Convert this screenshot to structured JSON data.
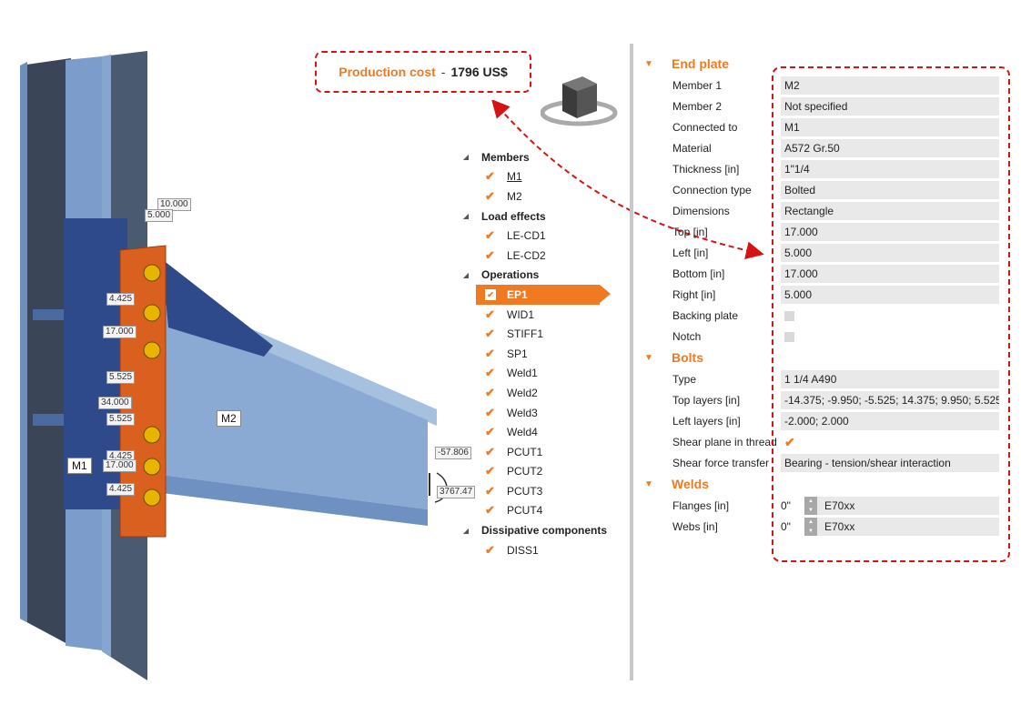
{
  "cost": {
    "label": "Production cost",
    "sep": "-",
    "value": "1796 US$"
  },
  "model": {
    "dims": [
      "10.000",
      "5.000",
      "4.425",
      "17.000",
      "5.525",
      "34.000",
      "5.525",
      "4.425",
      "17.000",
      "4.425"
    ],
    "members": {
      "m1": "M1",
      "m2": "M2"
    },
    "load": {
      "top": "-57.806",
      "bottom": "3767.47"
    }
  },
  "tree": {
    "members_label": "Members",
    "m1": "M1",
    "m2": "M2",
    "load_label": "Load effects",
    "le1": "LE-CD1",
    "le2": "LE-CD2",
    "ops_label": "Operations",
    "ops": [
      "EP1",
      "WID1",
      "STIFF1",
      "SP1",
      "Weld1",
      "Weld2",
      "Weld3",
      "Weld4",
      "PCUT1",
      "PCUT2",
      "PCUT3",
      "PCUT4"
    ],
    "diss_label": "Dissipative components",
    "diss1": "DISS1"
  },
  "props": {
    "endplate": {
      "title": "End plate",
      "rows": [
        {
          "k": "Member 1",
          "v": "M2"
        },
        {
          "k": "Member 2",
          "v": "Not specified"
        },
        {
          "k": "Connected to",
          "v": "M1"
        },
        {
          "k": "Material",
          "v": "A572 Gr.50"
        },
        {
          "k": "Thickness [in]",
          "v": "1\"1/4"
        },
        {
          "k": "Connection type",
          "v": "Bolted"
        },
        {
          "k": "Dimensions",
          "v": "Rectangle"
        },
        {
          "k": "Top [in]",
          "v": "17.000"
        },
        {
          "k": "Left [in]",
          "v": "5.000"
        },
        {
          "k": "Bottom [in]",
          "v": "17.000"
        },
        {
          "k": "Right [in]",
          "v": "5.000"
        }
      ],
      "backing": "Backing plate",
      "notch": "Notch"
    },
    "bolts": {
      "title": "Bolts",
      "rows": [
        {
          "k": "Type",
          "v": "1 1/4 A490"
        },
        {
          "k": "Top layers [in]",
          "v": "-14.375; -9.950; -5.525; 14.375; 9.950; 5.525"
        },
        {
          "k": "Left layers [in]",
          "v": "-2.000; 2.000"
        }
      ],
      "shear_plane": "Shear plane in thread",
      "shear_force_k": "Shear force transfer",
      "shear_force_v": "Bearing - tension/shear interaction"
    },
    "welds": {
      "title": "Welds",
      "flanges_k": "Flanges [in]",
      "flanges_n": "0\"",
      "flanges_w": "E70xx",
      "webs_k": "Webs [in]",
      "webs_n": "0\"",
      "webs_w": "E70xx"
    }
  },
  "colors": {
    "accent": "#f07a21",
    "highlight": "#d41414",
    "steel": "#7fa0c8",
    "dark": "#3c4a5e",
    "plate": "#e05a1c"
  }
}
